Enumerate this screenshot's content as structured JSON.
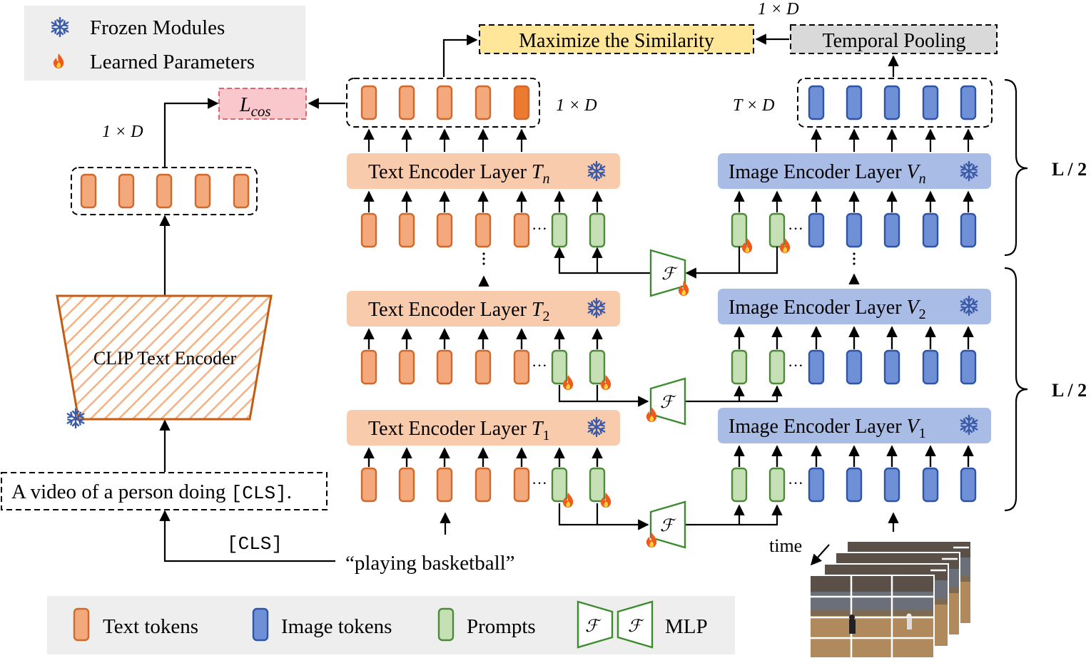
{
  "legend_top": {
    "frozen": "Frozen Modules",
    "learned": "Learned Parameters"
  },
  "legend_bottom": {
    "text_tokens": "Text tokens",
    "image_tokens": "Image tokens",
    "prompts": "Prompts",
    "mlp": "MLP"
  },
  "loss": {
    "base": "L",
    "sub": "cos"
  },
  "clip_encoder": "CLIP Text Encoder",
  "input_text": {
    "prefix": "A video of a person doing ",
    "cls": "[CLS]",
    "suffix": "."
  },
  "cls_label": "[CLS]",
  "class_name": "“playing basketball”",
  "similarity": "Maximize the Similarity",
  "temporal_pooling": "Temporal Pooling",
  "dims": {
    "text_out": "1 × D",
    "clip_out": "1 × D",
    "video_feat": "T × D",
    "pooled": "1 × D"
  },
  "text_layers": [
    {
      "name": "Text Encoder Layer ",
      "sym": "T",
      "sub": "n"
    },
    {
      "name": "Text Encoder Layer ",
      "sym": "T",
      "sub": "2"
    },
    {
      "name": "Text Encoder Layer ",
      "sym": "T",
      "sub": "1"
    }
  ],
  "image_layers": [
    {
      "name": "Image Encoder Layer ",
      "sym": "V",
      "sub": "n"
    },
    {
      "name": "Image Encoder Layer ",
      "sym": "V",
      "sub": "2"
    },
    {
      "name": "Image Encoder Layer ",
      "sym": "V",
      "sub": "1"
    }
  ],
  "mlp_symbol": "ℱ",
  "ellipsis": "···",
  "brace_label": "L / 2",
  "time_label": "time",
  "colors": {
    "text_token": "#f4a97c",
    "text_token_stroke": "#d0692b",
    "text_token_dark": "#ec7a30",
    "image_token": "#6f90d6",
    "image_token_stroke": "#2f55a8",
    "prompt": "#c5e0b4",
    "prompt_stroke": "#4f8a3a",
    "text_layer_bg": "#f8cbad",
    "image_layer_bg": "#a9bce6",
    "similarity_bg": "#ffe699",
    "pooling_bg": "#d9d9d9",
    "loss_bg": "#f8c8cc",
    "loss_stroke": "#e06670",
    "clip_stroke": "#c55a11",
    "mlp_stroke": "#3d8b2f",
    "legend_bg": "#eeeeee",
    "snowflake": "#3a5aa8",
    "flame": "#f05a1a"
  },
  "icons": [
    "snowflake-icon",
    "flame-icon",
    "frame-stack-image"
  ]
}
